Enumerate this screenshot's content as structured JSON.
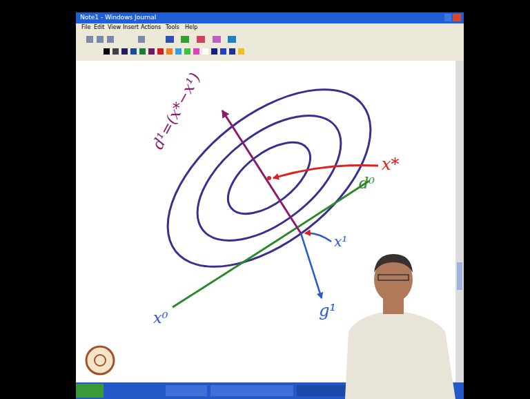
{
  "diagram": {
    "labels": [
      "Note1 - Windows Journal",
      "File",
      "Edit",
      "View",
      "Insert",
      "Actions",
      "Tools",
      "Help",
      "d¹=(x*−x¹)",
      "x*",
      "d⁰",
      "x¹",
      "g¹",
      "x⁰"
    ]
  }
}
